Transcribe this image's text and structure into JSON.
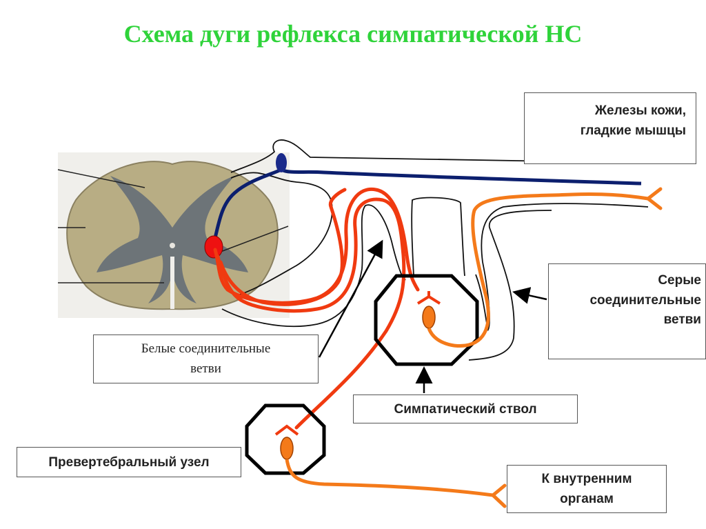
{
  "title": "Схема дуги рефлекса симпатической НС",
  "labels": {
    "skin_glands": [
      "Железы кожи,",
      "гладкие мышцы"
    ],
    "gray_rami": [
      "Серые",
      "соединительные",
      "ветви"
    ],
    "white_rami": [
      "Белые соединительные",
      "ветви"
    ],
    "sympathetic_trunk": "Симпатический ствол",
    "prevertebral_node": "Превертебральный узел",
    "internal_organs": [
      "К внутренним",
      "органам"
    ]
  },
  "colors": {
    "title": "#2fd33a",
    "preganglionic": "#f03a10",
    "postganglionic": "#f47a1a",
    "sensory": "#0c1f6e",
    "sensory_neuron": "#1a2a8a",
    "interneuron": "#ee1111",
    "spinal_cord": "#b8ad84"
  }
}
